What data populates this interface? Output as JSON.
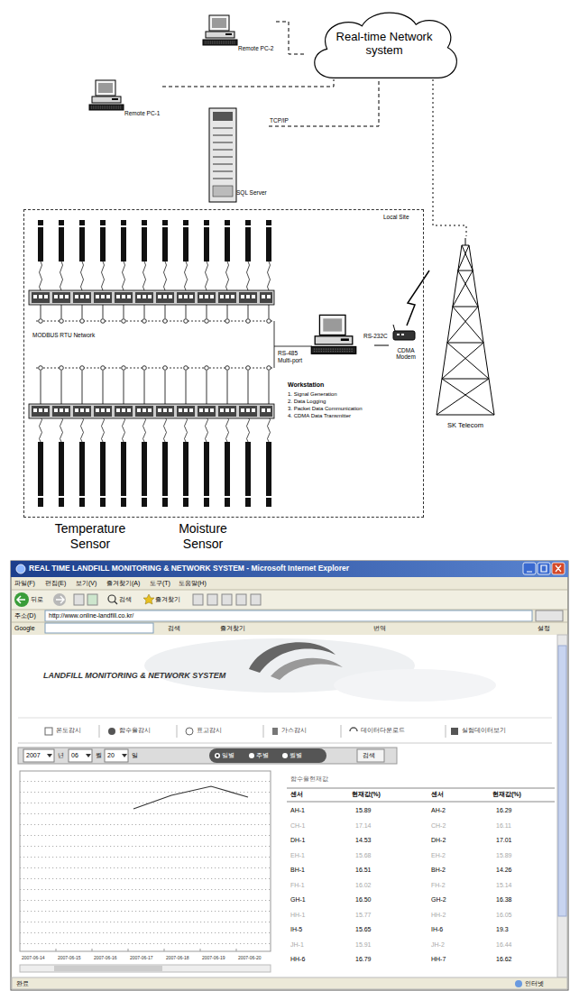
{
  "diagram": {
    "nodes": [
      {
        "text": [
          "Real-time Network system"
        ]
      },
      {
        "text": [
          "Remote PC-2"
        ]
      },
      {
        "text": [
          "Remote PC-1"
        ]
      },
      {
        "text": [
          "SQL Server"
        ]
      },
      {
        "text": [
          "Local Site"
        ]
      },
      {
        "text": [
          "Workstation",
          "1. Signal Generation",
          "2. Data Logging",
          "3. Packet Data Communication",
          "4. CDMA Data Transmitter"
        ],
        "in": 4
      },
      {
        "text": [
          "CDMA Modem"
        ],
        "in": 4
      },
      {
        "text": [
          "SK Telecom"
        ]
      }
    ],
    "edges": [
      {
        "from": 1,
        "to": 0,
        "arrow": "none"
      },
      {
        "from": 2,
        "to": 0,
        "arrow": "none"
      },
      {
        "from": 3,
        "to": 0,
        "label": "TCP/IP",
        "arrow": "none"
      },
      {
        "from": 0,
        "to": 7,
        "arrow": "none"
      },
      {
        "from": 5,
        "to": 6,
        "label": "RS-232C",
        "arrow": "none"
      },
      {
        "from": 6,
        "to": 7,
        "arrow": "none"
      }
    ],
    "labels": [
      "RS-485",
      "Multi-port",
      "MODBUS RTU Network",
      "Temperature Sensor",
      "Moisture Sensor",
      "REAL TIME LANDFILL MONITORING & NETWORK SYSTEM - Microsoft Internet Explorer",
      "파일(F)",
      "편집(E)",
      "보기(V)",
      "즐겨찾기(A)",
      "도구(T)",
      "도움말(H)",
      "뒤로",
      "검색",
      "즐겨찾기",
      "주소(D)",
      "http://www.online-landfill.co.kr/",
      "Google",
      "검색",
      "즐겨찾기",
      "번역",
      "설정",
      "LANDFILL MONITORING & NETWORK SYSTEM",
      "온도감시",
      "함수율감시",
      "표고감시",
      "가스감시",
      "데이터다운로드",
      "실험데이터보기",
      "2007",
      "년",
      "06",
      "월",
      "20",
      "일",
      "일별",
      "주별",
      "월별",
      "검색",
      "2007-06-14",
      "2007-06-15",
      "2007-06-16",
      "2007-06-17",
      "2007-06-18",
      "2007-06-19",
      "2007-06-20",
      "함수율현재값",
      "센서",
      "현재값(%)",
      "센서",
      "현재값(%)",
      "AH-1",
      "15.89",
      "AH-2",
      "16.29",
      "CH-1",
      "17.14",
      "CH-2",
      "16.11",
      "DH-1",
      "14.53",
      "DH-2",
      "17.01",
      "EH-1",
      "15.68",
      "EH-2",
      "15.89",
      "BH-1",
      "16.51",
      "BH-2",
      "14.26",
      "FH-1",
      "16.02",
      "FH-2",
      "15.14",
      "GH-1",
      "16.50",
      "GH-2",
      "16.38",
      "HH-1",
      "15.77",
      "HH-2",
      "16.05",
      "IH-5",
      "15.65",
      "IH-6",
      "19.3",
      "JH-1",
      "15.91",
      "JH-2",
      "16.44",
      "HH-6",
      "16.79",
      "HH-7",
      "16.62",
      "완료",
      "인터넷"
    ]
  }
}
